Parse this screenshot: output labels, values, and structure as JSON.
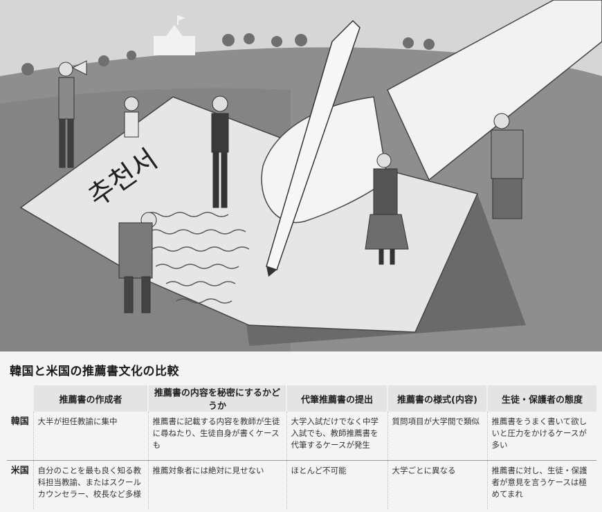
{
  "illustration": {
    "paper_text": "추천서"
  },
  "comparison": {
    "title": "韓国と米国の推薦書文化の比較",
    "headers": [
      "推薦書の作成者",
      "推薦書の内容を秘密にするかどうか",
      "代筆推薦書の提出",
      "推薦書の様式(内容)",
      "生徒・保護者の態度"
    ],
    "rows": [
      {
        "country": "韓国",
        "cells": [
          "大半が担任教諭に集中",
          "推薦書に記載する内容を教師が生徒に尋ねたり、生徒自身が書くケースも",
          "大学入試だけでなく中学入試でも、教師推薦書を代筆するケースが発生",
          "質問項目が大学間で類似",
          "推薦書をうまく書いて欲しいと圧力をかけるケースが多い"
        ]
      },
      {
        "country": "米国",
        "cells": [
          "自分のことを最も良く知る教科担当教諭、またはスクールカウンセラー、校長など多様",
          "推薦対象者には絶対に見せない",
          "ほとんど不可能",
          "大学ごとに異なる",
          "推薦書に対し、生徒・保護者が意見を言うケースは極めてまれ"
        ]
      }
    ]
  }
}
